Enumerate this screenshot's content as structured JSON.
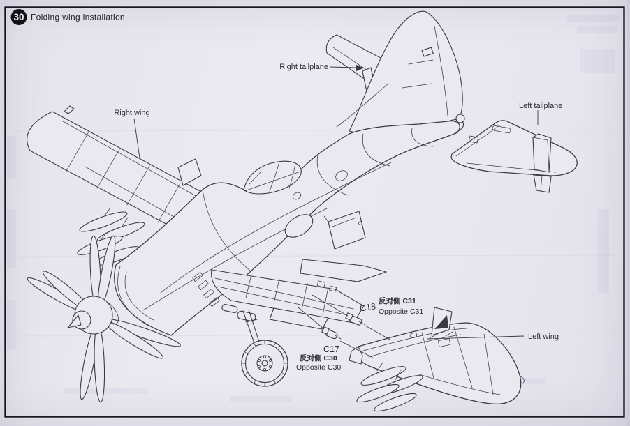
{
  "page": {
    "step_number": "30",
    "title": "Folding wing installation"
  },
  "colors": {
    "paper": "#eae9f0",
    "ink": "#3a3a44",
    "frame": "#17171d",
    "badge_fill": "#111116",
    "badge_text": "#f2f1f7"
  },
  "labels": {
    "right_tailplane": "Right tailplane",
    "left_tailplane": "Left tailplane",
    "right_wing": "Right wing",
    "left_wing": "Left wing"
  },
  "callouts": {
    "c18": {
      "part": "C18",
      "line_cn": "反对侧  C31",
      "line_en": "Opposite C31"
    },
    "c17": {
      "part": "C17",
      "line_cn": "反对侧  C30",
      "line_en": "Opposite C30"
    }
  }
}
